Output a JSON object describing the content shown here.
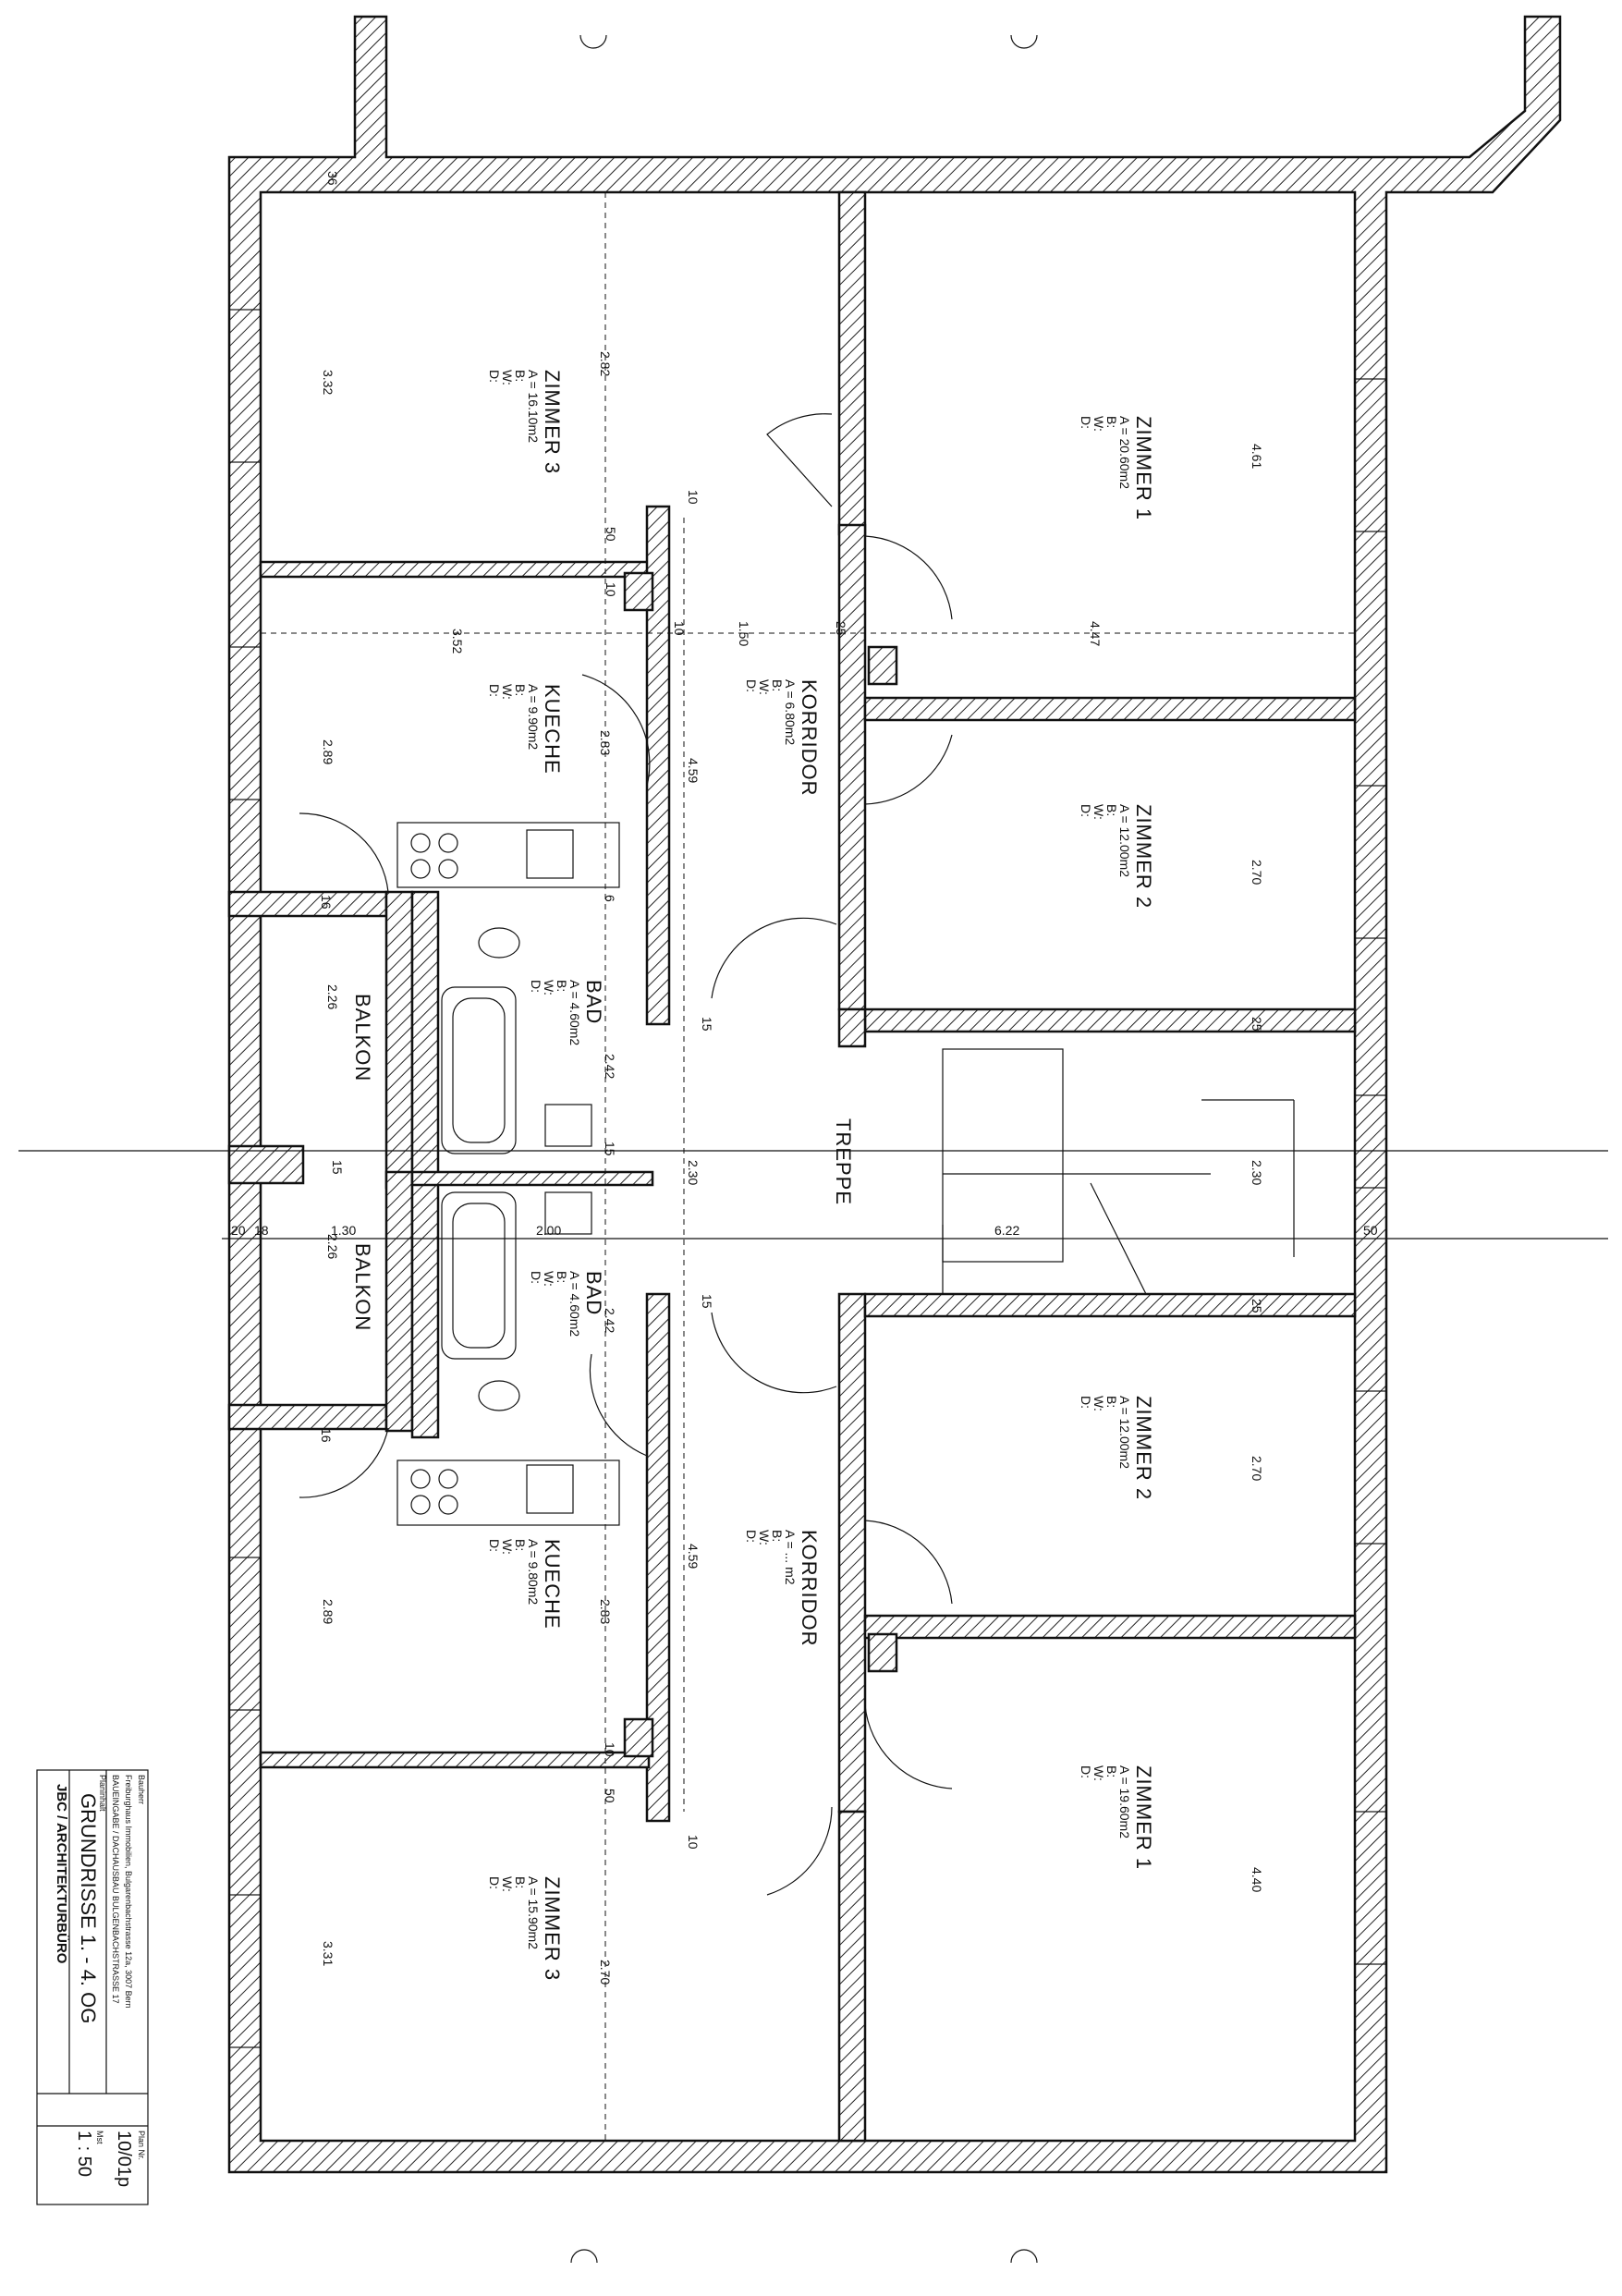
{
  "rooms_upper": {
    "zimmer3": {
      "name": "ZIMMER 3",
      "area": "A = 16.10m2",
      "b": "B:",
      "w": "W:",
      "d": "D:"
    },
    "zimmer1": {
      "name": "ZIMMER 1",
      "area": "A = 20.60m2",
      "b": "B:",
      "w": "W:",
      "d": "D:"
    },
    "kueche": {
      "name": "KUECHE",
      "area": "A = 9.90m2",
      "b": "B:",
      "w": "W:",
      "d": "D:"
    },
    "korridor": {
      "name": "KORRIDOR",
      "area": "A = 6.80m2",
      "b": "B:",
      "w": "W:",
      "d": "D:"
    },
    "zimmer2": {
      "name": "ZIMMER 2",
      "area": "A = 12.00m2",
      "b": "B:",
      "w": "W:",
      "d": "D:"
    },
    "bad": {
      "name": "BAD",
      "area": "A = 4.60m2",
      "b": "B:",
      "w": "W:",
      "d": "D:"
    },
    "balkon": {
      "name": "BALKON",
      "dim": "2.26"
    }
  },
  "rooms_lower": {
    "balkon": {
      "name": "BALKON",
      "dim": "2.26"
    },
    "bad": {
      "name": "BAD",
      "area": "A = 4.60m2",
      "b": "B:",
      "w": "W:",
      "d": "D:"
    },
    "zimmer2": {
      "name": "ZIMMER 2",
      "area": "A = 12.00m2",
      "b": "B:",
      "w": "W:",
      "d": "D:"
    },
    "kueche": {
      "name": "KUECHE",
      "area": "A = 9.80m2",
      "b": "B:",
      "w": "W:",
      "d": "D:"
    },
    "korridor": {
      "name": "KORRIDOR",
      "area": "A = ... m2",
      "b": "B:",
      "w": "W:",
      "d": "D:"
    },
    "zimmer3": {
      "name": "ZIMMER 3",
      "area": "A = 15.90m2",
      "b": "B:",
      "w": "W:",
      "d": "D:"
    },
    "zimmer1": {
      "name": "ZIMMER 1",
      "area": "A = 19.60m2",
      "b": "B:",
      "w": "W:",
      "d": "D:"
    }
  },
  "stair": {
    "name": "TREPPE"
  },
  "dimensions": {
    "d_332": "3.32",
    "d_282": "2.82",
    "d_461": "4.61",
    "d_50a": "50",
    "d_10a": "10",
    "d_10b": "10",
    "d_352": "3.52",
    "d_10c": "10",
    "d_150": "1.50",
    "d_25a": "25",
    "d_447": "4.47",
    "d_289a": "2.89",
    "d_283a": "2.83",
    "d_459a": "4.59",
    "d_270a": "2.70",
    "d_16a": "16",
    "d_6a": "6",
    "d_2425a": "2.42",
    "d_15a": "15",
    "d_15b": "15",
    "d_25b": "25",
    "d_230a": "2.30",
    "d_230b": "2.30",
    "d_15c": "15",
    "d_20": "20",
    "d_18": "18",
    "d_130": "1.30",
    "d_200": "2.00",
    "d_622": "6.22",
    "d_50b": "50",
    "d_2425b": "2.42",
    "d_15d": "15",
    "d_25c": "25",
    "d_16b": "16",
    "d_270b": "2.70",
    "d_289b": "2.89",
    "d_283b": "2.83",
    "d_459b": "4.59",
    "d_10d": "10",
    "d_50c": "50",
    "d_10e": "10",
    "d_331": "3.31",
    "d_2705": "2.70",
    "d_440": "4.40",
    "d_36": "36"
  },
  "title_block": {
    "client_label": "Bauherr",
    "client": "Freiburghaus Immobilien, Bulgarenbachstrasse 12a, 3007 Bern",
    "project": "BAUEINGABE / DACHAUSBAU BULGENBACHSTRASSE 17",
    "plan_label": "Planinhalt",
    "plan_title": "GRUNDRISSE 1. - 4. OG",
    "office": "JBC / ARCHITEKTURBÜRO",
    "plan_no_label": "Plan Nr.",
    "plan_no": "10/01p",
    "scale_label": "Mst",
    "scale": "1 : 50"
  }
}
